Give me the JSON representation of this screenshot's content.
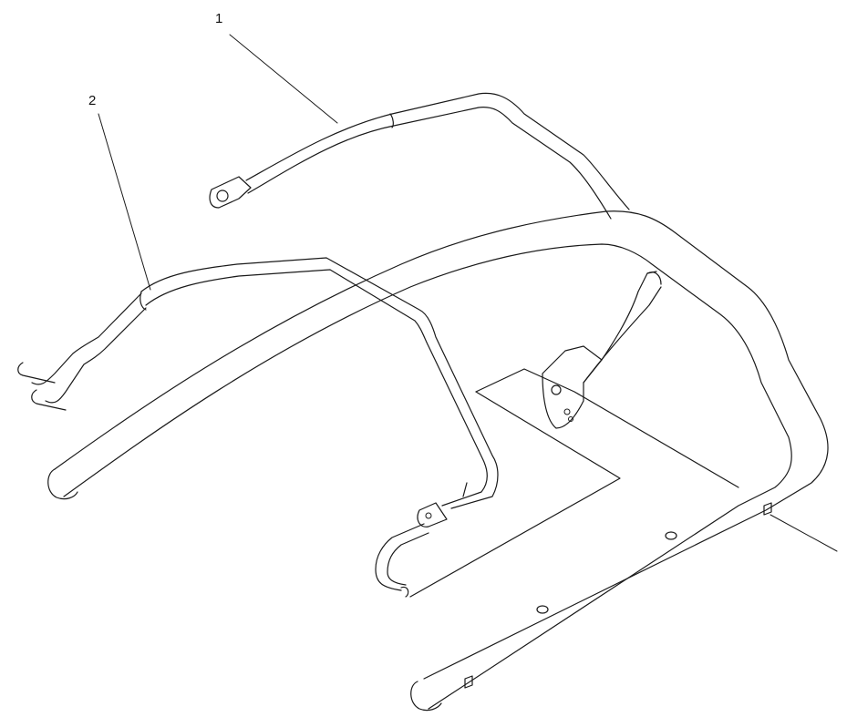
{
  "callouts": [
    {
      "id": "callout-1",
      "label": "1"
    },
    {
      "id": "callout-2",
      "label": "2"
    }
  ],
  "colors": {
    "line": "#1a1a1a",
    "background": "#ffffff"
  }
}
